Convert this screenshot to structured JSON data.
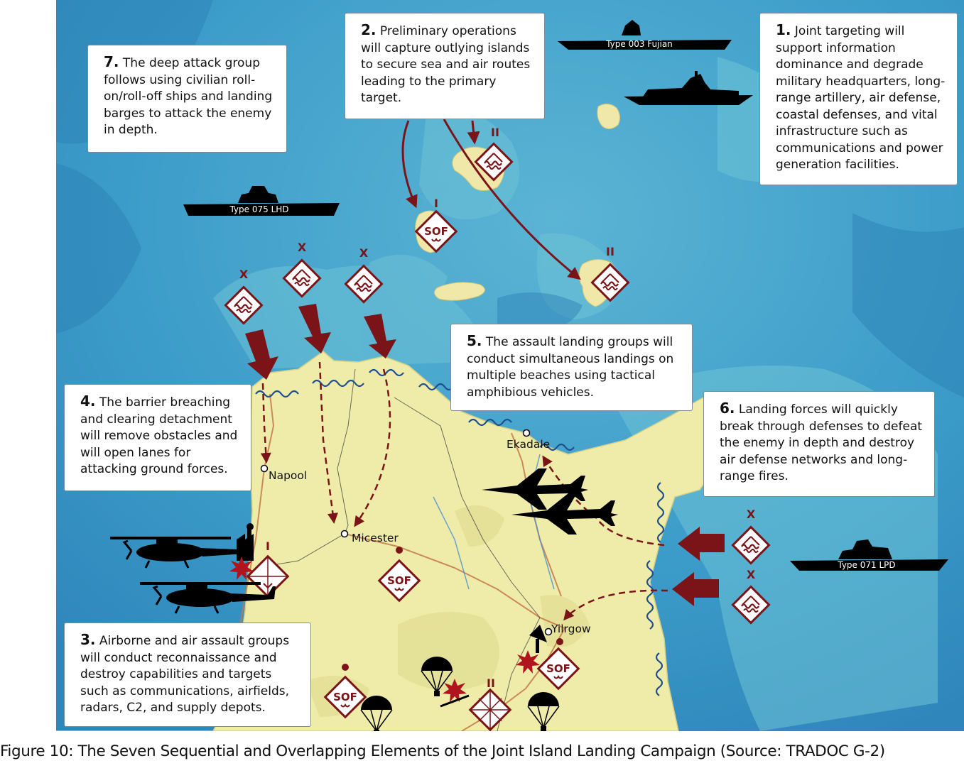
{
  "callouts": [
    {
      "id": "c1",
      "number": "1.",
      "text": "Joint targeting will support information dominance and degrade military headquarters, long-range artillery, air defense, coastal defenses, and vital infrastructure such as communications and power generation facilities."
    },
    {
      "id": "c2",
      "number": "2.",
      "text": "Preliminary operations will capture outlying islands to secure sea and air routes leading to the primary target."
    },
    {
      "id": "c3",
      "number": "3.",
      "text": "Airborne and air assault groups will conduct reconnaissance and destroy capabilities and targets such as communications, airfields, radars, C2, and supply depots."
    },
    {
      "id": "c4",
      "number": "4.",
      "text": "The barrier breaching and clearing detachment will remove obstacles and will open lanes for attacking ground forces."
    },
    {
      "id": "c5",
      "number": "5.",
      "text": "The assault landing groups will conduct simultaneous landings on multiple beaches using tactical amphibious vehicles."
    },
    {
      "id": "c6",
      "number": "6.",
      "text": "Landing forces will quickly break through defenses to defeat the enemy in depth and destroy air defense networks and long-range fires."
    },
    {
      "id": "c7",
      "number": "7.",
      "text": "The deep attack group follows using civilian roll-on/roll-off ships and landing barges to attack the enemy in depth."
    }
  ],
  "ships": [
    {
      "id": "fujian",
      "label": "Type 003 Fujian"
    },
    {
      "id": "lhd",
      "label": "Type 075 LHD"
    },
    {
      "id": "lpd",
      "label": "Type 071 LPD"
    }
  ],
  "towns": [
    {
      "id": "napool",
      "name": "Napool"
    },
    {
      "id": "micester",
      "name": "Micester"
    },
    {
      "id": "ekadale",
      "name": "Ekadale"
    },
    {
      "id": "yilrgow",
      "name": "Yilrgow"
    }
  ],
  "unit_symbols": {
    "sof_label": "SOF",
    "echelon_brigade": "X",
    "echelon_battalion": "II",
    "echelon_company": "I"
  },
  "colors": {
    "sea_deep": "#2f8fc0",
    "sea_shallow": "#6cc3d8",
    "land": "#f0ecae",
    "unit_maroon": "#7a1418",
    "coast_wave": "#1f4f8f",
    "explosion": "#b0141c"
  },
  "icons": [
    "aircraft-carrier-icon",
    "destroyer-icon",
    "amphibious-ship-icon",
    "fighter-jet-icon",
    "helicopter-icon",
    "parachute-icon",
    "factory-icon",
    "explosion-icon",
    "radar-icon"
  ],
  "caption": "Figure 10: The Seven Sequential and Overlapping Elements of the Joint Island Landing Campaign (Source: TRADOC G-2)"
}
